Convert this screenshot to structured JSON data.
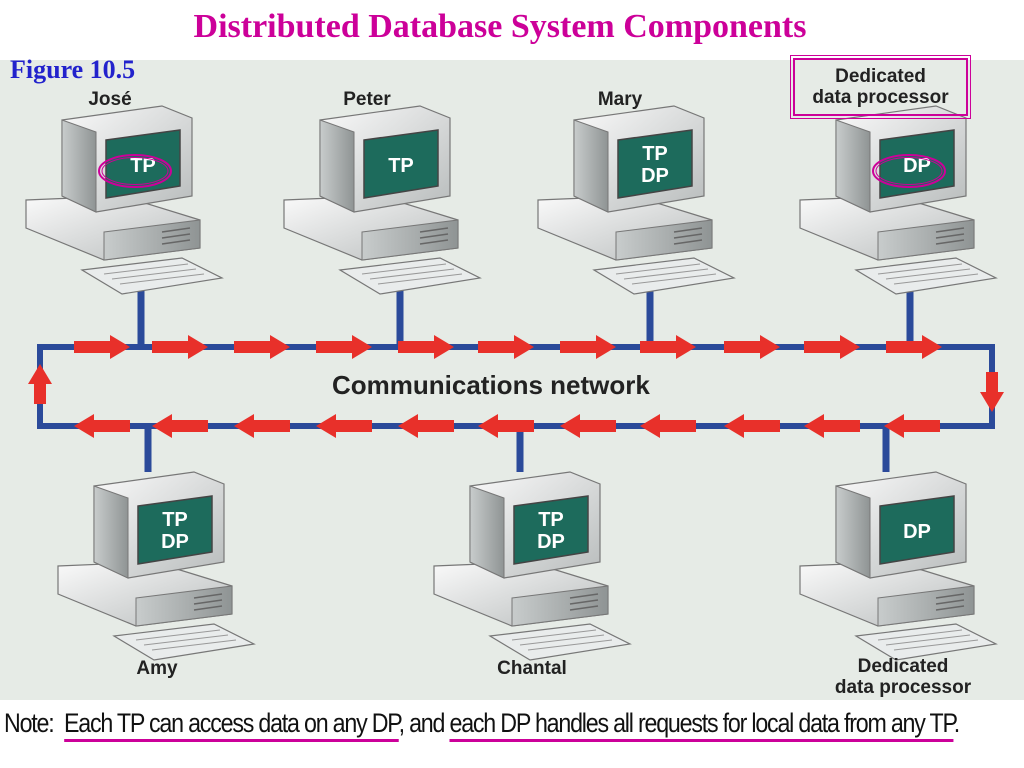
{
  "title": "Distributed Database System Components",
  "figure_label": "Figure 10.5",
  "network_label": "Communications network",
  "nodes": {
    "jose": {
      "name": "José",
      "screen": [
        "TP"
      ]
    },
    "peter": {
      "name": "Peter",
      "screen": [
        "TP"
      ]
    },
    "mary": {
      "name": "Mary",
      "screen": [
        "TP",
        "DP"
      ]
    },
    "dp_top": {
      "name": "Dedicated data processor",
      "line1": "Dedicated",
      "line2": "data processor",
      "screen": [
        "DP"
      ]
    },
    "amy": {
      "name": "Amy",
      "screen": [
        "TP",
        "DP"
      ]
    },
    "chantal": {
      "name": "Chantal",
      "screen": [
        "TP",
        "DP"
      ]
    },
    "dp_bottom": {
      "name": "Dedicated data processor",
      "line1": "Dedicated",
      "line2": "data processor",
      "screen": [
        "DP"
      ]
    }
  },
  "note": {
    "prefix": "Note:  ",
    "part1": "Each TP can access data on any DP",
    "middle": ", and ",
    "part2": "each DP handles all requests for local data from any TP",
    "suffix": "."
  },
  "colors": {
    "title": "#cc0099",
    "figure_label": "#2222cc",
    "network_line": "#2b4a9a",
    "arrow": "#e8302a",
    "screen": "#1d6b5c",
    "highlight": "#cc0099"
  }
}
